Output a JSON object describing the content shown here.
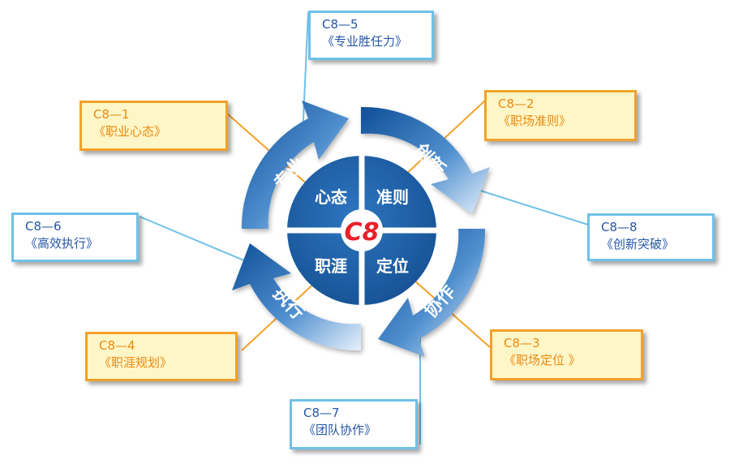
{
  "center": {
    "logo": "C8",
    "quadrants": [
      "心态",
      "准则",
      "职涯",
      "定位"
    ]
  },
  "ring_labels": [
    "专业",
    "创新",
    "执行",
    "协作"
  ],
  "boxes": {
    "b1": {
      "code": "C8—1",
      "title": "《职业心态》"
    },
    "b2": {
      "code": "C8—2",
      "title": "《职场准则》"
    },
    "b3": {
      "code": "C8—3",
      "title": "《职场定位 》"
    },
    "b4": {
      "code": "C8—4",
      "title": "《职涯规划》"
    },
    "b5": {
      "code": "C8—5",
      "title": "《专业胜任力》"
    },
    "b6": {
      "code": "C8—6",
      "title": "《高效执行》"
    },
    "b7": {
      "code": "C8—7",
      "title": "《团队协作》"
    },
    "b8": {
      "code": "C8—8",
      "title": "《创新突破》"
    }
  },
  "colors": {
    "orange_border": "#f2a12a",
    "orange_fill": "#fff6c8",
    "orange_text": "#e98a10",
    "blue_border": "#6fc1e8",
    "blue_text": "#2456a6",
    "core_blue": "#1f5fa6",
    "logo_red": "#e8202a"
  }
}
